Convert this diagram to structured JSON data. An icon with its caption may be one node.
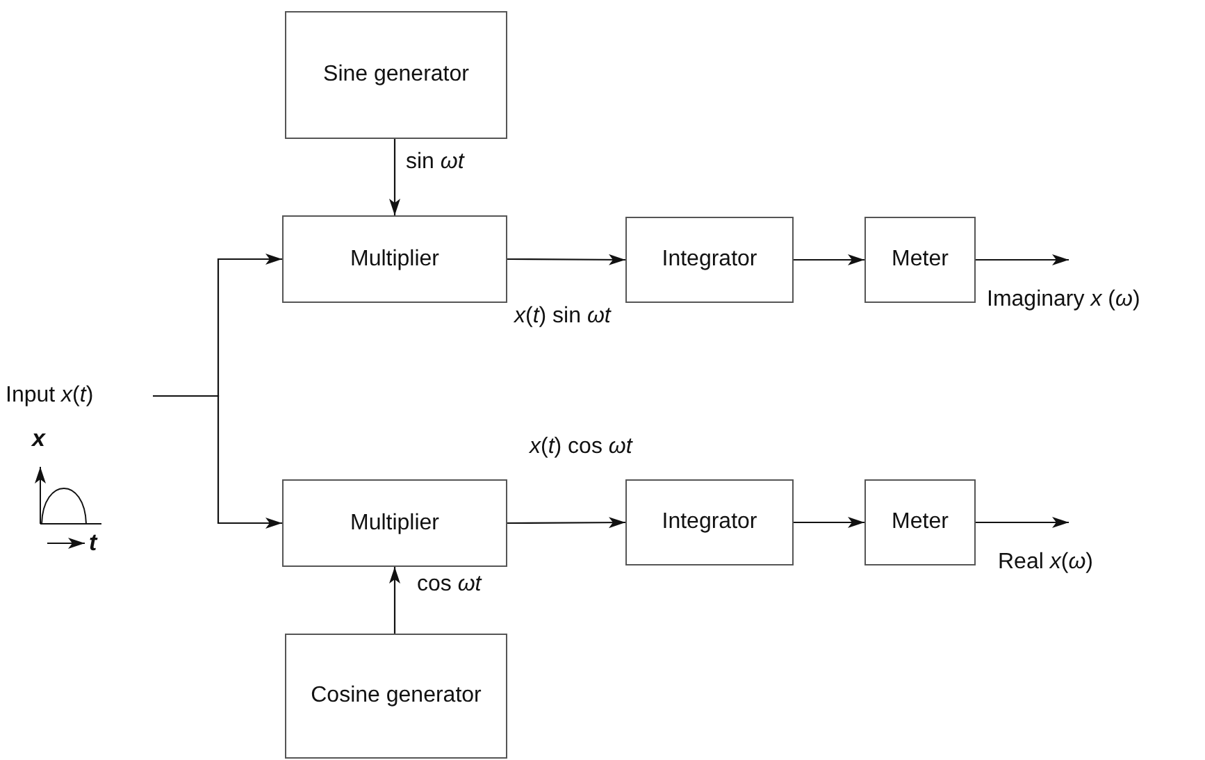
{
  "diagram": {
    "nodes": [
      {
        "text": [
          "Sine generator"
        ]
      },
      {
        "text": [
          "Multiplier"
        ]
      },
      {
        "text": [
          "Integrator"
        ]
      },
      {
        "text": [
          "Meter"
        ]
      },
      {
        "text": [
          "Input *x*(*t*)"
        ]
      },
      {
        "text": [
          "Multiplier"
        ]
      },
      {
        "text": [
          "Integrator"
        ]
      },
      {
        "text": [
          "Meter"
        ]
      },
      {
        "text": [
          "Cosine generator"
        ]
      }
    ],
    "edges": [
      {
        "from": 0,
        "to": 1,
        "arrow": "to",
        "label": "sin *ωt*"
      },
      {
        "from": 1,
        "to": 2,
        "arrow": "to",
        "label": "*x*(*t*) sin *ωt*"
      },
      {
        "from": 2,
        "to": 3,
        "arrow": "to"
      },
      {
        "from": 3,
        "to": null,
        "arrow": "to",
        "label": "Imaginary *x* (*ω*)"
      },
      {
        "from": 4,
        "to": 1,
        "arrow": "to"
      },
      {
        "from": 4,
        "to": 5,
        "arrow": "to"
      },
      {
        "from": 5,
        "to": 6,
        "arrow": "to",
        "label": "*x*(*t*) cos *ωt*"
      },
      {
        "from": 6,
        "to": 7,
        "arrow": "to"
      },
      {
        "from": 7,
        "to": null,
        "arrow": "to",
        "label": "Real *x*(*ω*)"
      },
      {
        "from": 8,
        "to": 5,
        "arrow": "to",
        "label": "cos *ωt*"
      }
    ],
    "labels": [
      "x",
      "t"
    ]
  }
}
